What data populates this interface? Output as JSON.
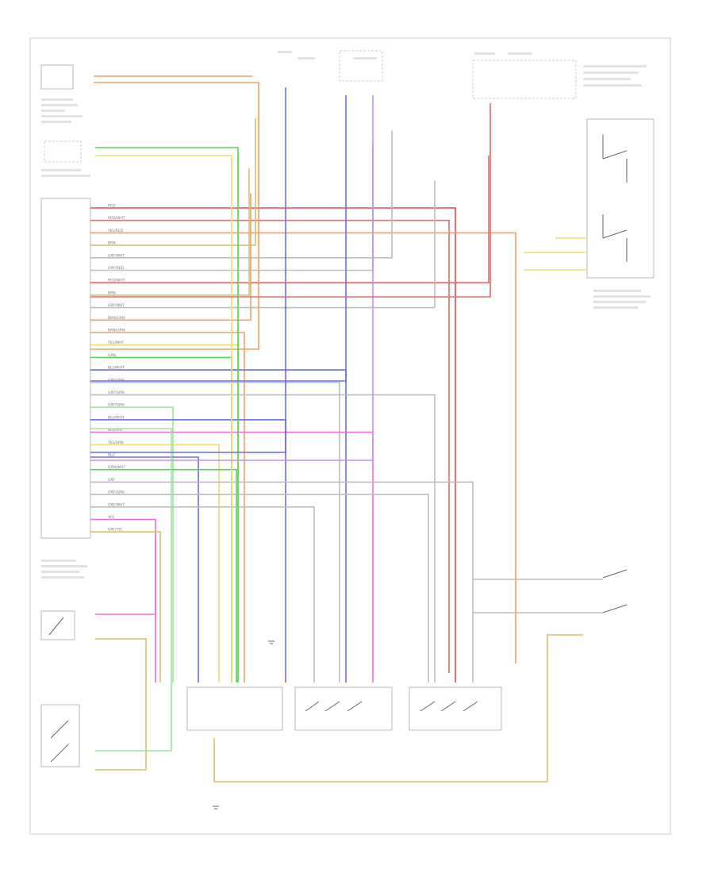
{
  "diagram": {
    "colors": {
      "red": "#f04848",
      "red2": "#e86a6a",
      "orange": "#f2a060",
      "yellow": "#e9e070",
      "green": "#58d158",
      "lightgreen": "#9de59d",
      "blue": "#6a6af0",
      "violet": "#c090f0",
      "pink": "#f06ce0",
      "tan": "#d8c070",
      "gray": "#bdbdbd",
      "black": "#555555"
    },
    "wires_from_module": [
      {
        "label": "RED",
        "color": "red"
      },
      {
        "label": "RED/WHT",
        "color": "red2"
      },
      {
        "label": "YEL/RED",
        "color": "orange"
      },
      {
        "label": "BRN",
        "color": "tan"
      },
      {
        "label": "GRY/WHT",
        "color": "gray"
      },
      {
        "label": "GRY/RED",
        "color": "gray"
      },
      {
        "label": "RED/WHT",
        "color": "red2"
      },
      {
        "label": "BRN",
        "color": "tan"
      },
      {
        "label": "GRY/WHT",
        "color": "gray"
      },
      {
        "label": "BRN/GRN",
        "color": "orange"
      },
      {
        "label": "BRN/GRN",
        "color": "orange"
      },
      {
        "label": "YEL/WHT",
        "color": "yellow"
      },
      {
        "label": "GRN",
        "color": "green"
      },
      {
        "label": "BLU/WHT",
        "color": "blue"
      },
      {
        "label": "GRY/GRN",
        "color": "gray"
      },
      {
        "label": "GRY/GRN",
        "color": "gray"
      },
      {
        "label": "GRY/GRN",
        "color": "lightgreen"
      },
      {
        "label": "BLU/WHT",
        "color": "blue"
      },
      {
        "label": "BLU/VIO",
        "color": "pink"
      },
      {
        "label": "YEL/GRN",
        "color": "yellow"
      },
      {
        "label": "BLU",
        "color": "blue"
      },
      {
        "label": "GRN/WHT",
        "color": "green"
      },
      {
        "label": "GRY",
        "color": "gray"
      },
      {
        "label": "GRY/GRN",
        "color": "gray"
      },
      {
        "label": "GRY/WHT",
        "color": "gray"
      },
      {
        "label": "VIO",
        "color": "pink"
      },
      {
        "label": "GRY/YEL",
        "color": "tan"
      }
    ]
  }
}
